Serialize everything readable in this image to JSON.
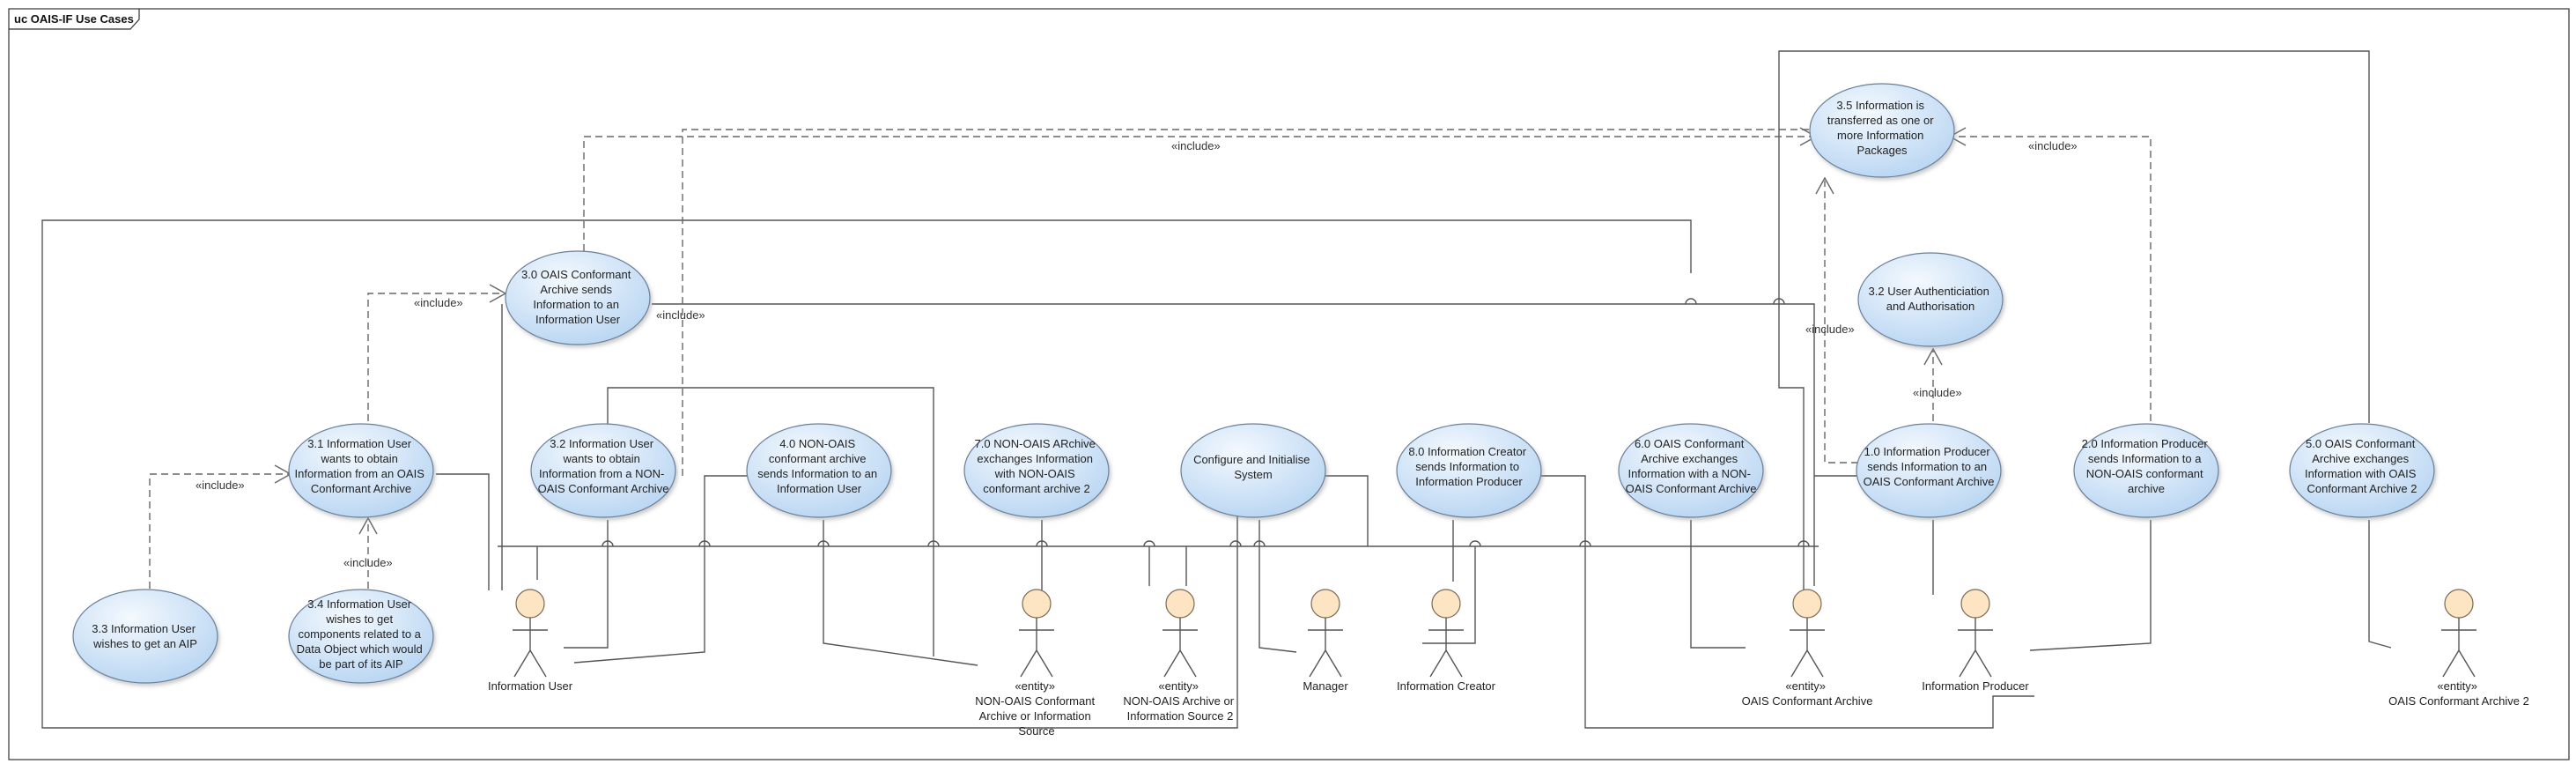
{
  "frame": {
    "title": "uc OAIS-IF Use Cases"
  },
  "include_label": "«include»",
  "use_cases": {
    "uc_3_5": [
      "3.5 Information is",
      "transferred as one or",
      "more Information",
      "Packages"
    ],
    "uc_3_0": [
      "3.0 OAIS Conformant",
      "Archive sends",
      "Information to an",
      "Information User"
    ],
    "uc_3_2_auth": [
      "3.2 User Authenticiation",
      "and Authorisation"
    ],
    "uc_3_1": [
      "3.1 Information User",
      "wants to obtain",
      "Information from an OAIS",
      "Conformant Archive"
    ],
    "uc_3_2": [
      "3.2 Information User",
      "wants to obtain",
      "Information from a NON-",
      "OAIS Conformant Archive"
    ],
    "uc_4_0": [
      "4.0 NON-OAIS",
      "conformant archive",
      "sends Information to an",
      "Information User"
    ],
    "uc_7_0": [
      "7.0 NON-OAIS ARchive",
      "exchanges Information",
      "with NON-OAIS",
      "conformant archive 2"
    ],
    "uc_config": [
      "Configure and Initialise",
      "System"
    ],
    "uc_8_0": [
      "8.0 Information Creator",
      "sends Information to",
      "Information Producer"
    ],
    "uc_6_0": [
      "6.0 OAIS Conformant",
      "Archive exchanges",
      "Information with a NON-",
      "OAIS Conformant Archive"
    ],
    "uc_1_0": [
      "1.0 Information Producer",
      "sends Information to an",
      "OAIS Conformant Archive"
    ],
    "uc_2_0": [
      "2.0 Information Producer",
      "sends Information to a",
      "NON-OAIS conformant",
      "archive"
    ],
    "uc_5_0": [
      "5.0 OAIS Conformant",
      "Archive exchanges",
      "Information with OAIS",
      "Conformant Archive 2"
    ],
    "uc_3_3": [
      "3.3 Information User",
      "wishes to get an AIP"
    ],
    "uc_3_4": [
      "3.4 Information User",
      "wishes to get",
      "components related to a",
      "Data Object which would",
      "be part of its AIP"
    ]
  },
  "actors": {
    "information_user": {
      "stereotype": "",
      "name": [
        "Information User"
      ]
    },
    "non_oais_archive": {
      "stereotype": "«entity»",
      "name": [
        "NON-OAIS Conformant",
        "Archive or Information",
        "Source"
      ]
    },
    "non_oais_archive_2": {
      "stereotype": "«entity»",
      "name": [
        "NON-OAIS Archive or",
        "Information Source 2"
      ]
    },
    "manager": {
      "stereotype": "",
      "name": [
        "Manager"
      ]
    },
    "information_creator": {
      "stereotype": "",
      "name": [
        "Information Creator"
      ]
    },
    "oais_archive": {
      "stereotype": "«entity»",
      "name": [
        "OAIS Conformant Archive"
      ]
    },
    "information_producer": {
      "stereotype": "",
      "name": [
        "Information Producer"
      ]
    },
    "oais_archive_2": {
      "stereotype": "«entity»",
      "name": [
        "OAIS Conformant Archive 2"
      ]
    }
  },
  "colors": {
    "usecase_fill_top": "#eef5fd",
    "usecase_fill_bottom": "#bcd8f3",
    "actor_head": "#fde5c4",
    "line": "#555555"
  }
}
